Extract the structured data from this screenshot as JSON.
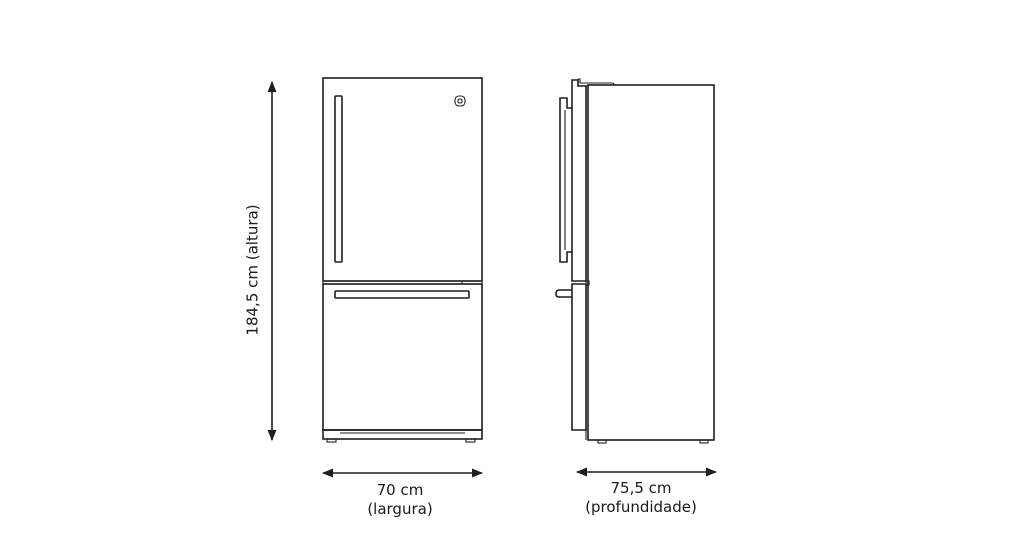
{
  "dimensions": {
    "height": {
      "value": "184,5 cm (altura)"
    },
    "width": {
      "value": "70 cm",
      "caption": "(largura)"
    },
    "depth": {
      "value": "75,5 cm",
      "caption": "(profundidade)"
    }
  },
  "colors": {
    "line": "#1e1e1e",
    "background": "#ffffff"
  }
}
